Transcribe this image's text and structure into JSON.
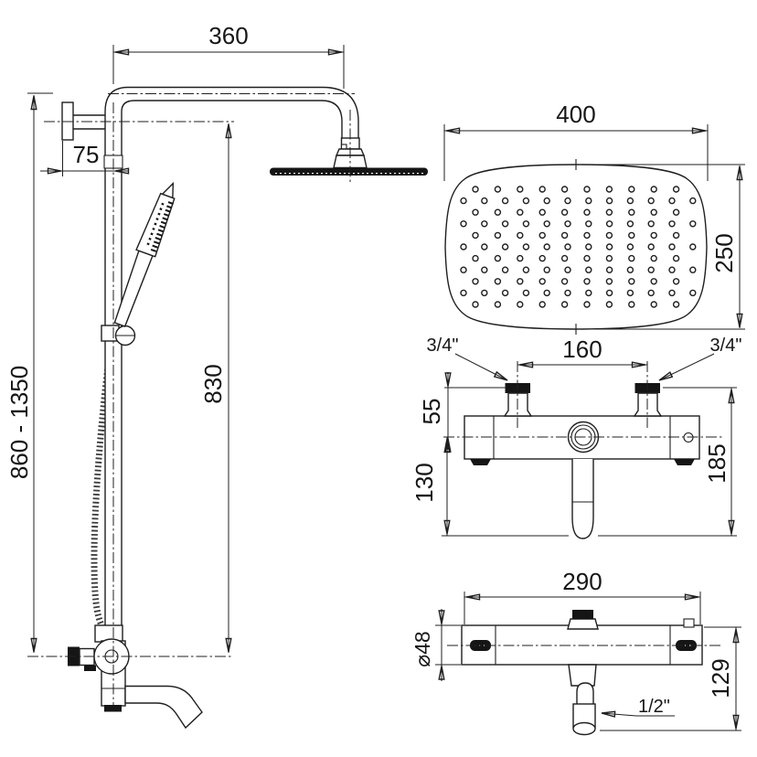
{
  "drawing": {
    "column": {
      "dim_arm_width": "360",
      "dim_wall_offset": "75",
      "dim_height_range": "860 - 1350",
      "dim_bar_height": "830"
    },
    "head_top_view": {
      "dim_width": "400",
      "dim_depth": "250"
    },
    "mixer_front_view": {
      "dim_inlet_left": "3/4\"",
      "dim_inlet_right": "3/4\"",
      "dim_inlet_spacing": "160",
      "dim_inlet_rise": "55",
      "dim_outlet_drop": "130",
      "dim_total_height": "185"
    },
    "mixer_top_view": {
      "dim_width": "290",
      "dim_body_diameter": "⌀48",
      "dim_depth": "129",
      "dim_outlet_thread": "1/2\""
    }
  }
}
